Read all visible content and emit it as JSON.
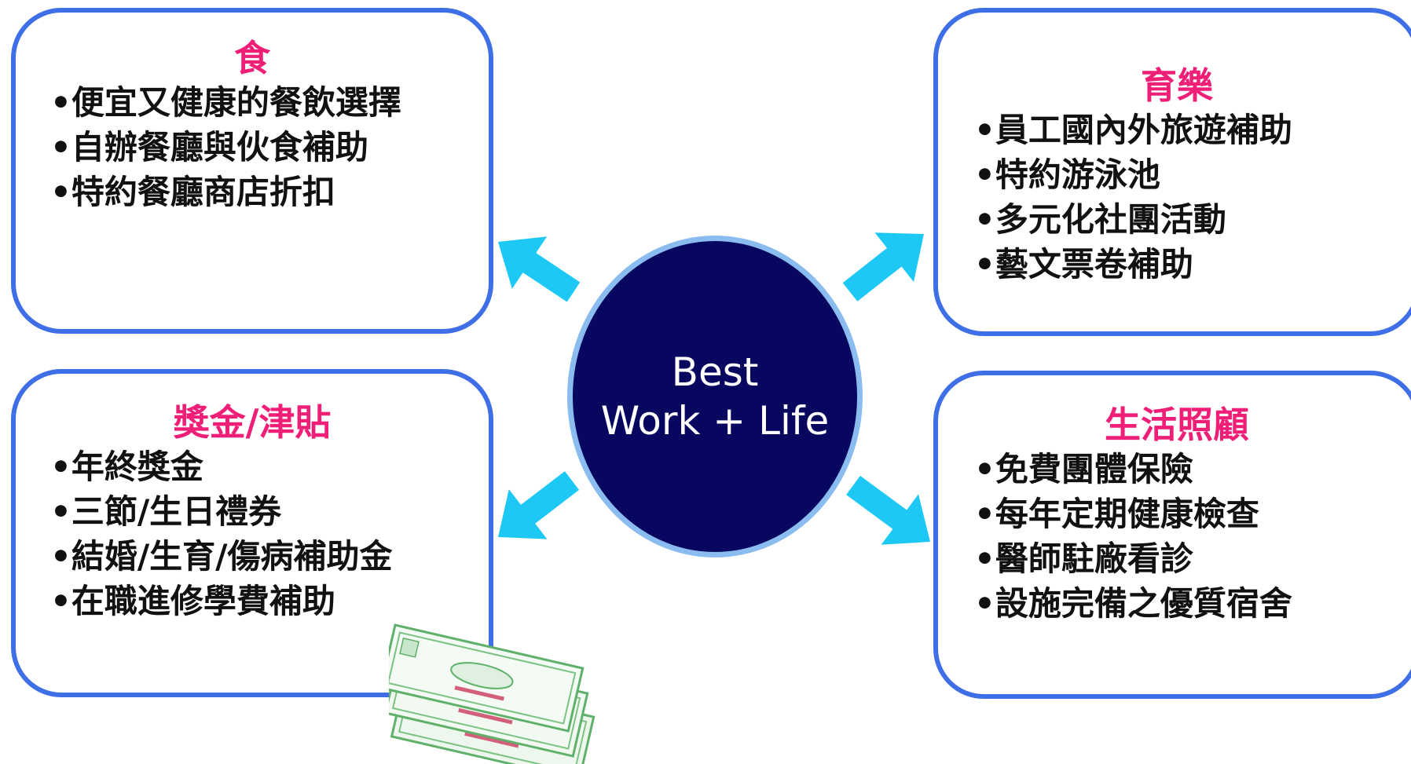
{
  "center": {
    "line1": "Best",
    "line2": "Work + Life"
  },
  "boxes": {
    "food": {
      "title": "食",
      "items": [
        "•便宜又健康的餐飲選擇",
        "•自辦餐廳與伙食補助",
        "•特約餐廳商店折扣"
      ]
    },
    "fun": {
      "title": "育樂",
      "items": [
        "•員工國內外旅遊補助",
        "•特約游泳池",
        "•多元化社團活動",
        "•藝文票卷補助"
      ]
    },
    "bonus": {
      "title": "獎金/津貼",
      "items": [
        "•年終獎金",
        "•三節/生日禮券",
        "•結婚/生育/傷病補助金",
        "•在職進修學費補助"
      ]
    },
    "care": {
      "title": "生活照顧",
      "items": [
        "•免費團體保險",
        "•每年定期健康檢查",
        "•醫師駐廠看診",
        "•設施完備之優質宿舍"
      ]
    }
  },
  "colors": {
    "title": "#ef1f78",
    "box_border": "#3f6fe6",
    "circle_fill": "#07075f",
    "circle_ring": "#8bbcf0",
    "arrow": "#1ec8f5"
  }
}
